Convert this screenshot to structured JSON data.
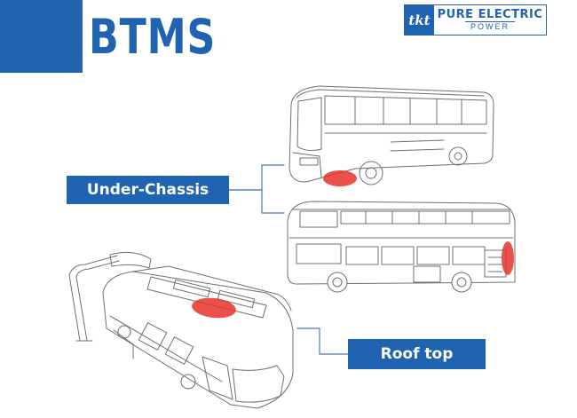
{
  "header": {
    "title": "BTMS"
  },
  "logo": {
    "mark": "tkt",
    "line1": "PURE ELECTRIC",
    "line2": "POWER"
  },
  "labels": {
    "under_chassis": "Under-Chassis",
    "roof_top": "Roof top"
  },
  "colors": {
    "brand_blue": "#1f63b1",
    "highlight_red": "#e8322c",
    "line_gray": "#6b7078"
  },
  "icons": [
    "coach-bus-illustration",
    "double-decker-bus-illustration",
    "bus-with-roof-charger-illustration"
  ]
}
